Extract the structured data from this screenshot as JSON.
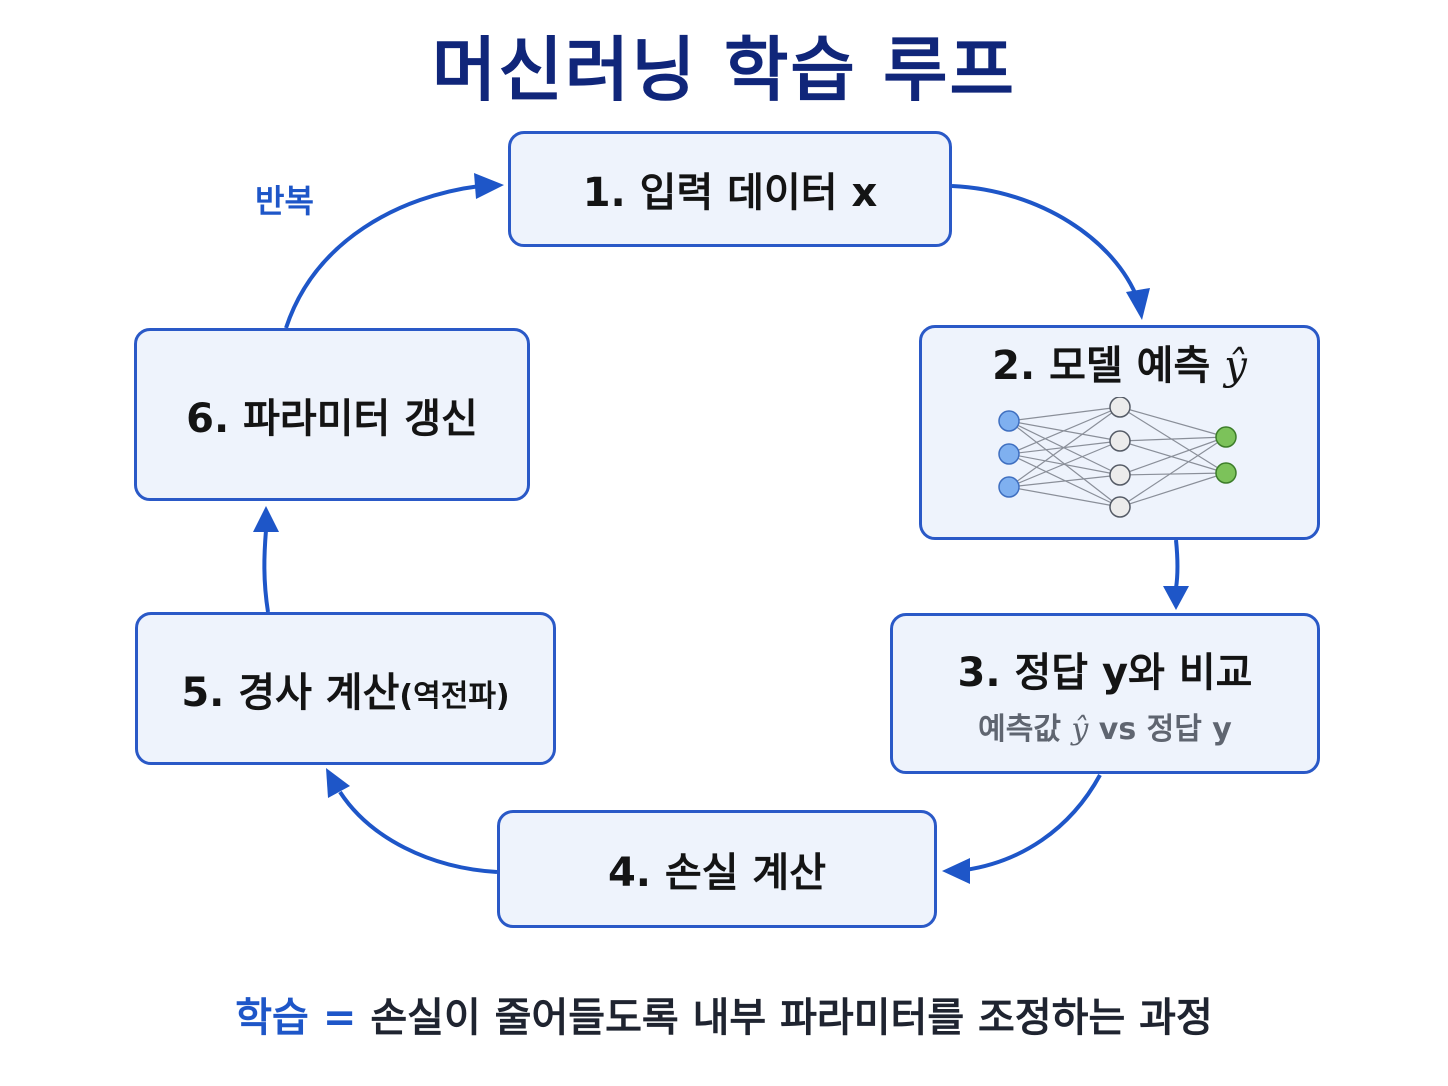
{
  "title": "머신러닝 학습 루프",
  "repeat_label": "반복",
  "steps": [
    {
      "label": "1. 입력 데이터 x"
    },
    {
      "label": "2. 모델 예측",
      "math": "ŷ"
    },
    {
      "label": "3. 정답 y와 비교",
      "sub_prefix": "예측값",
      "sub_math": "ŷ",
      "sub_suffix": "vs 정답 y"
    },
    {
      "label": "4. 손실 계산"
    },
    {
      "label": "5. 경사 계산",
      "label_small": "(역전파)"
    },
    {
      "label": "6. 파라미터 갱신"
    }
  ],
  "footer": {
    "key": "학습",
    "equals": "=",
    "text": "손실이 줄어들도록 내부 파라미터를 조정하는 과정"
  },
  "colors": {
    "title": "#10267a",
    "accent": "#1e56c8",
    "box_border": "#2a59c7",
    "box_fill": "#eef3fc",
    "input_node": "#7fb0f0",
    "hidden_node": "#ececec",
    "output_node": "#7cc25a"
  }
}
